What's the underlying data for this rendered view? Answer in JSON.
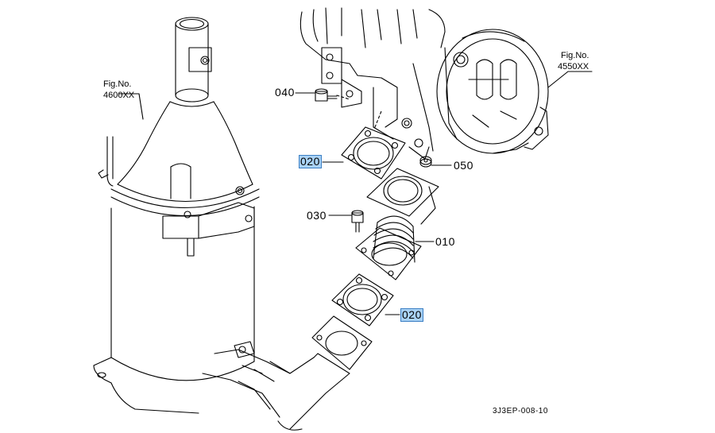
{
  "figure_refs": [
    {
      "label": "Fig.No.",
      "number": "4600XX"
    },
    {
      "label": "Fig.No.",
      "number": "4550XX"
    }
  ],
  "callouts": {
    "p040": "040",
    "p020_top": "020",
    "p050": "050",
    "p030": "030",
    "p010": "010",
    "p020_bottom": "020"
  },
  "drawing_code": "3J3EP-008-10",
  "highlight_color": "#a9d2f5"
}
